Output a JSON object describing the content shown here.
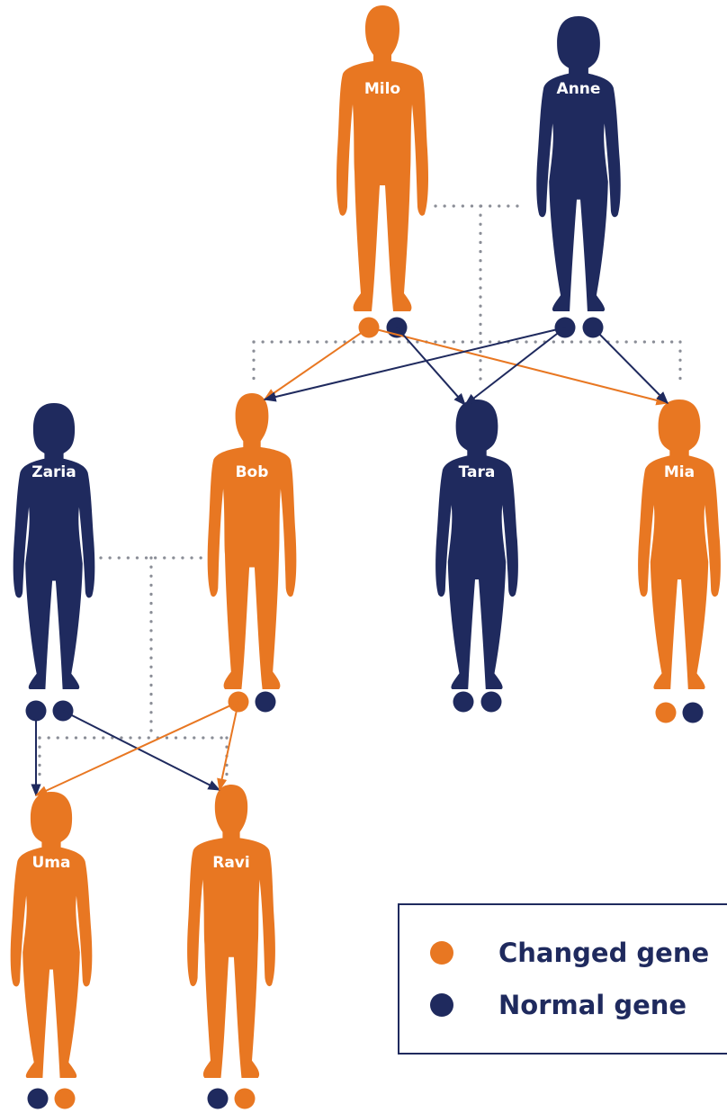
{
  "colors": {
    "changed": "#e87722",
    "normal": "#1f2a5e",
    "connector": "#8a8d96"
  },
  "people": {
    "milo": {
      "name": "Milo",
      "gene": "changed",
      "shape": "male",
      "alleles": [
        "changed",
        "normal"
      ]
    },
    "anne": {
      "name": "Anne",
      "gene": "normal",
      "shape": "female",
      "alleles": [
        "normal",
        "normal"
      ]
    },
    "zaria": {
      "name": "Zaria",
      "gene": "normal",
      "shape": "female",
      "alleles": [
        "normal",
        "normal"
      ]
    },
    "bob": {
      "name": "Bob",
      "gene": "changed",
      "shape": "male",
      "alleles": [
        "changed",
        "normal"
      ]
    },
    "tara": {
      "name": "Tara",
      "gene": "normal",
      "shape": "female",
      "alleles": [
        "normal",
        "normal"
      ]
    },
    "mia": {
      "name": "Mia",
      "gene": "changed",
      "shape": "female",
      "alleles": [
        "changed",
        "normal"
      ]
    },
    "uma": {
      "name": "Uma",
      "gene": "changed",
      "shape": "female",
      "alleles": [
        "normal",
        "changed"
      ]
    },
    "ravi": {
      "name": "Ravi",
      "gene": "changed",
      "shape": "male",
      "alleles": [
        "normal",
        "changed"
      ]
    }
  },
  "inheritance": [
    {
      "from": "milo",
      "allele": 0,
      "to": "bob"
    },
    {
      "from": "milo",
      "allele": 0,
      "to": "mia"
    },
    {
      "from": "milo",
      "allele": 1,
      "to": "tara"
    },
    {
      "from": "anne",
      "allele": 0,
      "to": "bob"
    },
    {
      "from": "anne",
      "allele": 0,
      "to": "tara"
    },
    {
      "from": "anne",
      "allele": 1,
      "to": "mia"
    },
    {
      "from": "zaria",
      "allele": 0,
      "to": "uma"
    },
    {
      "from": "zaria",
      "allele": 1,
      "to": "ravi"
    },
    {
      "from": "bob",
      "allele": 0,
      "to": "uma"
    },
    {
      "from": "bob",
      "allele": 0,
      "to": "ravi"
    }
  ],
  "legend": {
    "changed_label": "Changed gene",
    "normal_label": "Normal gene"
  }
}
